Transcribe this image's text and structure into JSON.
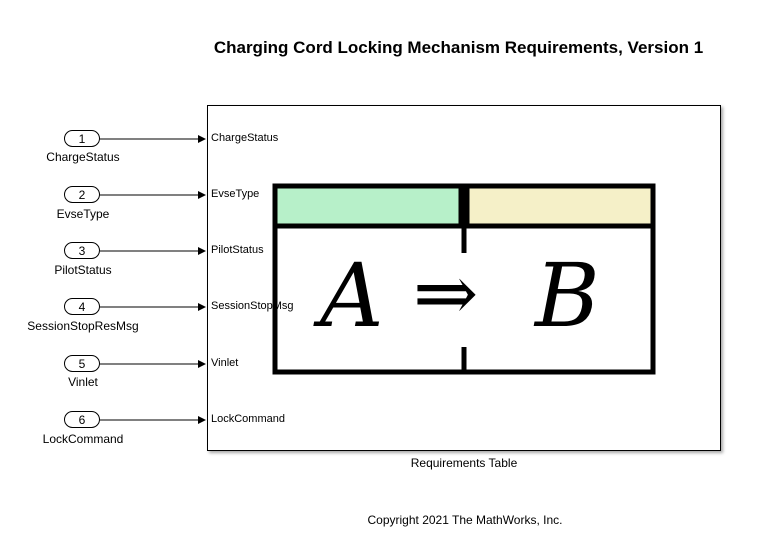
{
  "diagram": {
    "title": "Charging Cord Locking Mechanism Requirements, Version 1",
    "inports": [
      {
        "number": "1",
        "name": "ChargeStatus"
      },
      {
        "number": "2",
        "name": "EvseType"
      },
      {
        "number": "3",
        "name": "PilotStatus"
      },
      {
        "number": "4",
        "name": "SessionStopResMsg"
      },
      {
        "number": "5",
        "name": "Vinlet"
      },
      {
        "number": "6",
        "name": "LockCommand"
      }
    ],
    "block": {
      "caption": "Requirements Table",
      "input_ports": [
        "ChargeStatus",
        "EvseType",
        "PilotStatus",
        "SessionStopMsg",
        "Vinlet",
        "LockCommand"
      ],
      "icon_text": {
        "a": "A",
        "arrow": "⇒",
        "b": "B"
      },
      "colors": {
        "precondition": "#b7f0c9",
        "postcondition": "#f5f0c8"
      }
    },
    "copyright": "Copyright 2021 The MathWorks, Inc."
  }
}
